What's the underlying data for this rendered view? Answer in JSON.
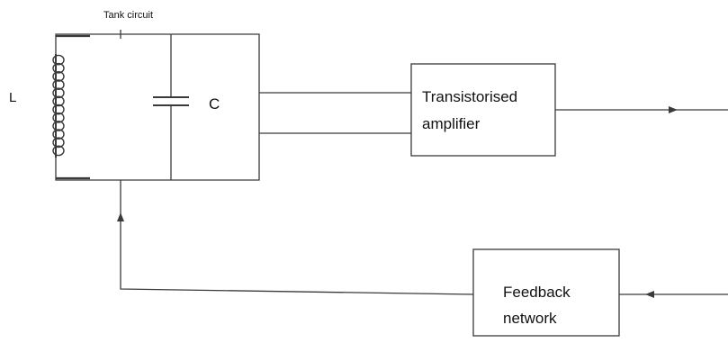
{
  "title": "Tank circuit",
  "components": {
    "inductor_label": "L",
    "capacitor_label": "C"
  },
  "blocks": {
    "amplifier": {
      "line1": "Transistorised",
      "line2": "amplifier"
    },
    "feedback": {
      "line1": "Feedback",
      "line2": "network"
    }
  },
  "colors": {
    "line": "#3a3a3a",
    "text": "#111111",
    "background": "#ffffff"
  }
}
